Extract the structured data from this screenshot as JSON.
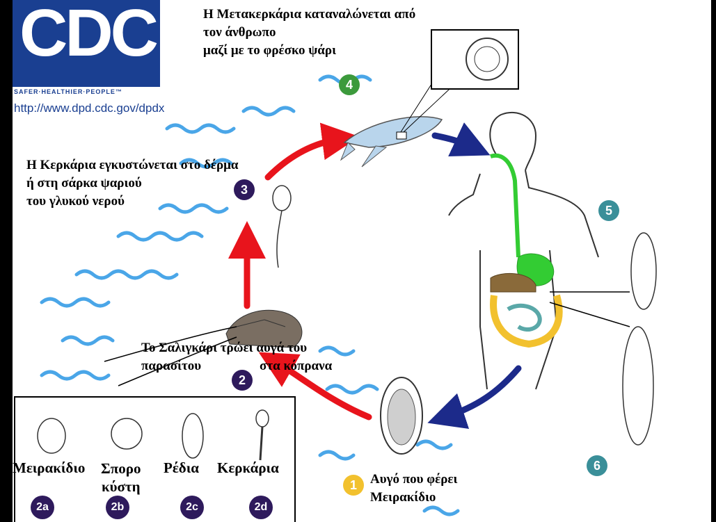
{
  "logo": {
    "text": "CDC",
    "tagline": "SAFER·HEALTHIER·PEOPLE™",
    "url": "http://www.dpd.cdc.gov/dpdx"
  },
  "stages": {
    "s1": {
      "badge": "1",
      "text_line1": "Αυγό που φέρει",
      "text_line2": "Μειρακίδιο"
    },
    "s2": {
      "badge": "2",
      "text_line1": "Το Σαλιγκάρι τρώει αυγά του",
      "text_line2a": "παρασίτου",
      "text_line2b": "στα κόπρανα"
    },
    "s3": {
      "badge": "3",
      "text_line1": "Η Κερκάρια εγκυστώνεται στο δέρμα",
      "text_line2": "ή στη σάρκα ψαριού",
      "text_line3": "του γλυκού νερού"
    },
    "s4": {
      "badge": "4",
      "text_line1": "Η Μετακερκάρια καταναλώνεται από",
      "text_line2": "τον άνθρωπο",
      "text_line3": "μαζί με το φρέσκο ψάρι"
    },
    "s5": {
      "badge": "5"
    },
    "s6": {
      "badge": "6"
    }
  },
  "inset": {
    "items": [
      {
        "badge": "2a",
        "label": "Μειρακίδιο"
      },
      {
        "badge": "2b",
        "label_line1": "Σπορο",
        "label_line2": "κύστη"
      },
      {
        "badge": "2c",
        "label": "Ρέδια"
      },
      {
        "badge": "2d",
        "label": "Κερκάρια"
      }
    ]
  },
  "colors": {
    "logo_blue": "#1a3f91",
    "water_blue": "#4aa6e8",
    "arrow_red": "#e8141c",
    "arrow_navy": "#1c2a8a",
    "gut_green": "#33cc33",
    "intestine_yellow": "#f2c12e",
    "intestine_teal": "#5aa8a8",
    "liver_brown": "#8a6a3a"
  }
}
